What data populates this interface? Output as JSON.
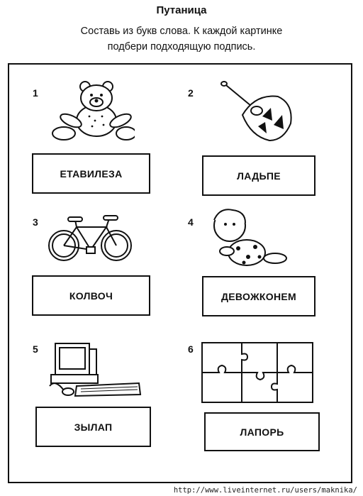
{
  "header": {
    "title": "Путаница",
    "instruction_line1": "Составь из букв слова. К каждой картинке",
    "instruction_line2": "подбери подходящую подпись."
  },
  "items": [
    {
      "number": "1",
      "word": "ЕТАВИЛЕЗА",
      "picture": "teddy-bear-icon"
    },
    {
      "number": "2",
      "word": "ЛАДЬПЕ",
      "picture": "spinning-top-icon"
    },
    {
      "number": "3",
      "word": "КОЛВОЧ",
      "picture": "bicycle-icon"
    },
    {
      "number": "4",
      "word": "ДЕВОЖКОНЕМ",
      "picture": "doll-icon"
    },
    {
      "number": "5",
      "word": "ЗЫЛАП",
      "picture": "computer-icon"
    },
    {
      "number": "6",
      "word": "ЛАПОРЬ",
      "picture": "puzzle-icon"
    }
  ],
  "footer": {
    "source_url": "http://www.liveinternet.ru/users/maknika/"
  }
}
